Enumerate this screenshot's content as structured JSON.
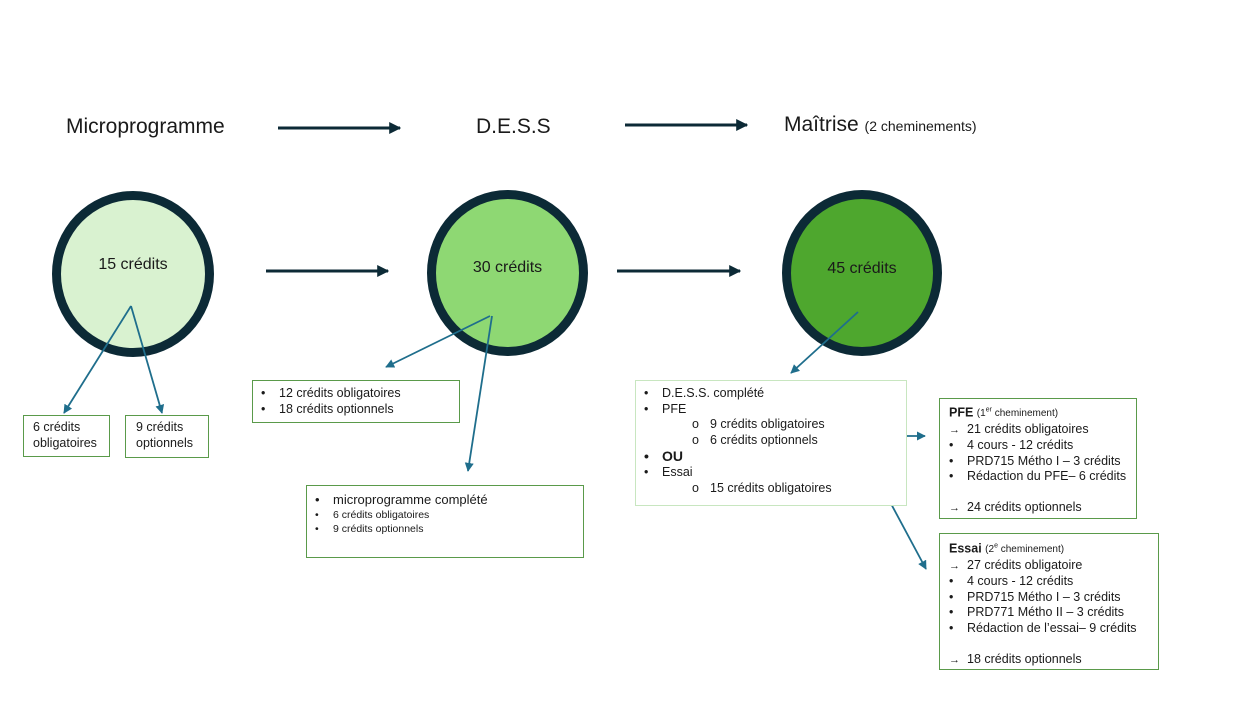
{
  "stages": [
    {
      "title": "Microprogramme",
      "subtitle": "",
      "credits": "15 crédits"
    },
    {
      "title": "D.E.S.S",
      "subtitle": "",
      "credits": "30 crédits"
    },
    {
      "title": "Maîtrise",
      "subtitle": "(2 cheminements)",
      "credits": "45 crédits"
    }
  ],
  "micro": {
    "left_box": [
      "6 crédits",
      "obligatoires"
    ],
    "right_box": [
      "9 crédits",
      "optionnels"
    ]
  },
  "dess": {
    "top_box": [
      "12 crédits obligatoires",
      "18 crédits optionnels"
    ],
    "bottom_box": {
      "item": "microprogramme complété",
      "subitems": [
        "6 crédits obligatoires",
        "9 crédits optionnels"
      ]
    }
  },
  "maitrise": {
    "main_box": {
      "item1": "D.E.S.S. complété",
      "item2": "PFE",
      "pfe_subitems": [
        "9 crédits obligatoires",
        "6 crédits optionnels"
      ],
      "or_label": "OU",
      "item3": "Essai",
      "essai_subitems": [
        "15 crédits obligatoires"
      ]
    },
    "pfe_box": {
      "title": "PFE",
      "sub_pre": "(1",
      "sub_sup": "er",
      "sub_post": " cheminement)",
      "arrow1": "21 crédits obligatoires",
      "bullets": [
        "4 cours - 12 crédits",
        "PRD715 Métho I – 3 crédits",
        "Rédaction du PFE– 6 crédits"
      ],
      "arrow2": "24 crédits optionnels"
    },
    "essai_box": {
      "title": "Essai",
      "sub_pre": "(2",
      "sub_sup": "e",
      "sub_post": " cheminement)",
      "arrow1": "27 crédits obligatoire",
      "bullets": [
        "4 cours - 12 crédits",
        "PRD715 Métho I – 3 crédits",
        "PRD771 Métho II – 3 crédits",
        "Rédaction de l’essai– 9 crédits"
      ],
      "arrow2": "18 crédits optionnels"
    }
  },
  "colors": {
    "circle_border": "#0c2a36",
    "micro_fill": "#d9f2d0",
    "dess_fill": "#8ed873",
    "maitrise_fill": "#4ea72e",
    "connector": "#1f6e8c",
    "stage_arrow": "#0c2a36",
    "box_border": "#5a9a4a"
  }
}
